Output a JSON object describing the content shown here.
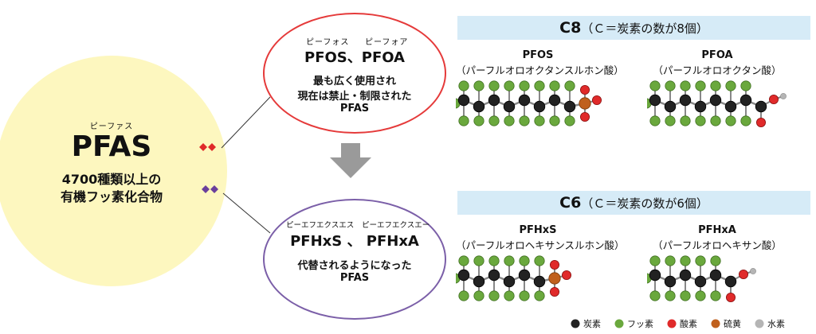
{
  "pfas": {
    "ruby": "ピーファス",
    "title": "PFAS",
    "desc_line1": "4700種類以上の",
    "desc_line2": "有機フッ素化合物"
  },
  "top_ellipse": {
    "ruby1": "ピーフォス",
    "ruby2": "ピーフォア",
    "title": "PFOS、PFOA",
    "line1": "最も広く使用され",
    "line2": "現在は禁止・制限された",
    "line3": "PFAS"
  },
  "bottom_ellipse": {
    "ruby1": "ピーエフエクスエス",
    "ruby2": "ピーエフエクスエー",
    "title": "PFHxS 、 PFHxA",
    "line1": "代替されるようになった",
    "line2": "PFAS"
  },
  "c8": {
    "header_main": "C8",
    "header_sub": "（Ｃ＝炭素の数が8個）",
    "mol1_name": "PFOS",
    "mol1_desc": "（パーフルオロオクタンスルホン酸）",
    "mol2_name": "PFOA",
    "mol2_desc": "（パーフルオロオクタン酸）"
  },
  "c6": {
    "header_main": "C6",
    "header_sub": "（Ｃ＝炭素の数が6個）",
    "mol1_name": "PFHxS",
    "mol1_desc": "（パーフルオロヘキサンスルホン酸）",
    "mol2_name": "PFHxA",
    "mol2_desc": "（パーフルオロヘキサン酸）"
  },
  "legend": [
    {
      "label": "炭素",
      "color": "#222222"
    },
    {
      "label": "フッ素",
      "color": "#6aa83d"
    },
    {
      "label": "酸素",
      "color": "#e02a2a"
    },
    {
      "label": "硫黄",
      "color": "#c0601d"
    },
    {
      "label": "水素",
      "color": "#b5b5b5"
    }
  ],
  "colors": {
    "red_ellipse": "#e53a3a",
    "purple_ellipse": "#7b5fa8",
    "arrow": "#9a9a9a",
    "pfas_bg": "#fdf7bf",
    "header_bg": "#d6ebf7"
  }
}
